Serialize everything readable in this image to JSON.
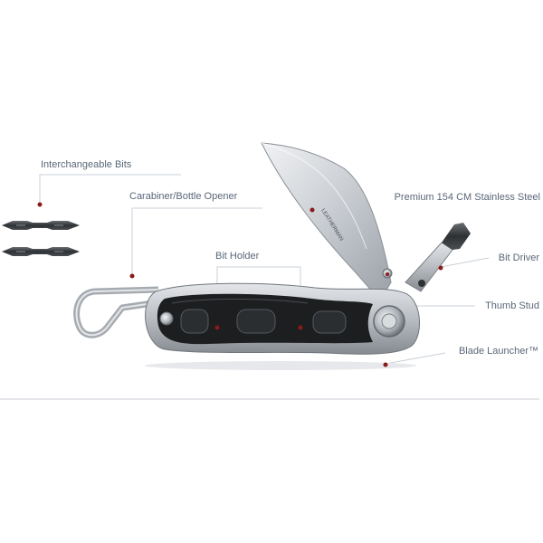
{
  "labels": {
    "interchangeable_bits": "Interchangeable Bits",
    "carabiner": "Carabiner/Bottle Opener",
    "bit_holder": "Bit Holder",
    "blade_steel": "Premium 154 CM Stainless Steel",
    "bit_driver": "Bit Driver",
    "thumb_stud": "Thumb Stud",
    "blade_launcher": "Blade Launcher™"
  },
  "colors": {
    "label_text": "#5a6778",
    "leader_line": "#c9d0d8",
    "dot": "#8b1a1a"
  }
}
